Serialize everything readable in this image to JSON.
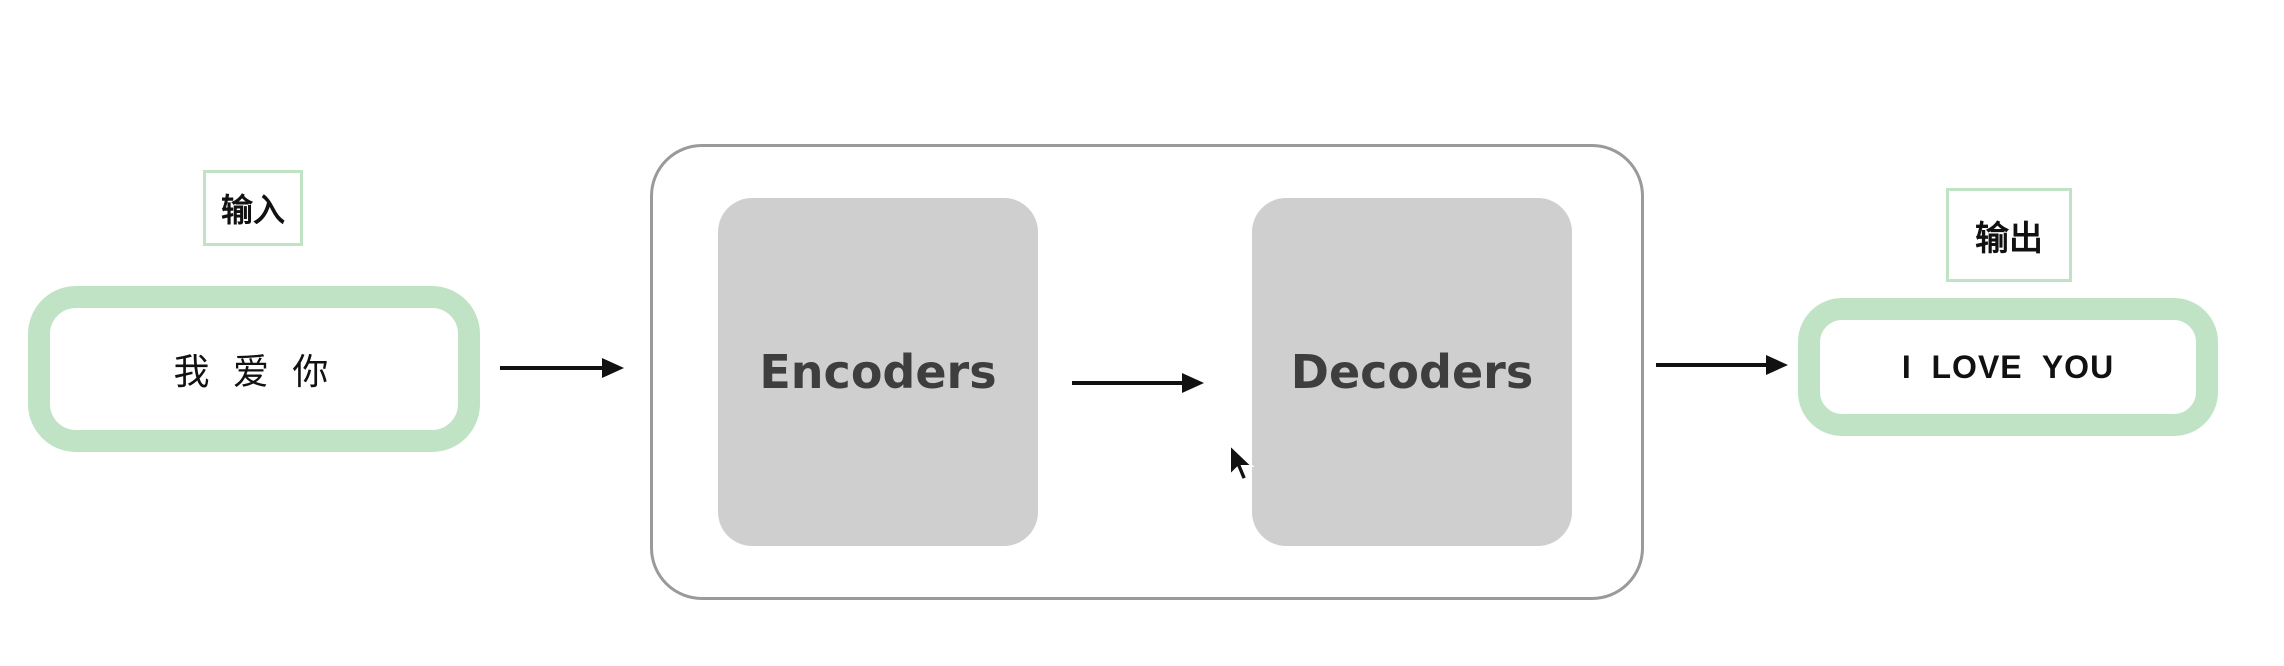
{
  "input": {
    "label": "输入",
    "text": "我 爱 你"
  },
  "model": {
    "encoder": "Encoders",
    "decoder": "Decoders"
  },
  "output": {
    "label": "输出",
    "text": "I  LOVE  YOU"
  },
  "colors": {
    "io_border": "#bfe3c4",
    "block_fill": "#cfcfcf",
    "container_border": "#9a9a9a",
    "arrow": "#111111"
  },
  "icons": {
    "cursor": "mouse-pointer-icon"
  }
}
